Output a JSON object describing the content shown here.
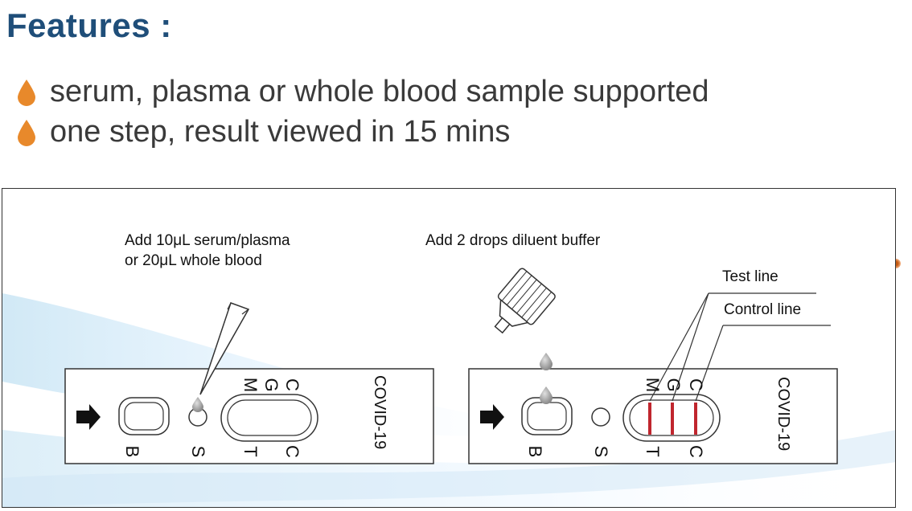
{
  "header": {
    "title": "Features :"
  },
  "features": [
    {
      "text": "serum, plasma or whole blood sample supported",
      "icon": "drop-icon"
    },
    {
      "text": "one step, result viewed in 15 mins",
      "icon": "drop-icon"
    }
  ],
  "colors": {
    "title": "#1f4e79",
    "drop": "#e8892b",
    "test_line": "#c0262e"
  },
  "left_panel": {
    "instruction": "Add 10μL serum/plasma\nor 20μL whole blood",
    "cassette_label": "COVID-19",
    "marks": {
      "b": "B",
      "s": "S",
      "m": "M",
      "g": "G",
      "c_top": "C",
      "t": "T",
      "c_bottom": "C"
    }
  },
  "right_panel": {
    "instruction": "Add 2 drops diluent buffer",
    "cassette_label": "COVID-19",
    "callouts": {
      "test_line": "Test line",
      "control_line": "Control line"
    },
    "marks": {
      "b": "B",
      "s": "S",
      "m": "M",
      "g": "G",
      "c_top": "C",
      "t": "T",
      "c_bottom": "C"
    }
  }
}
